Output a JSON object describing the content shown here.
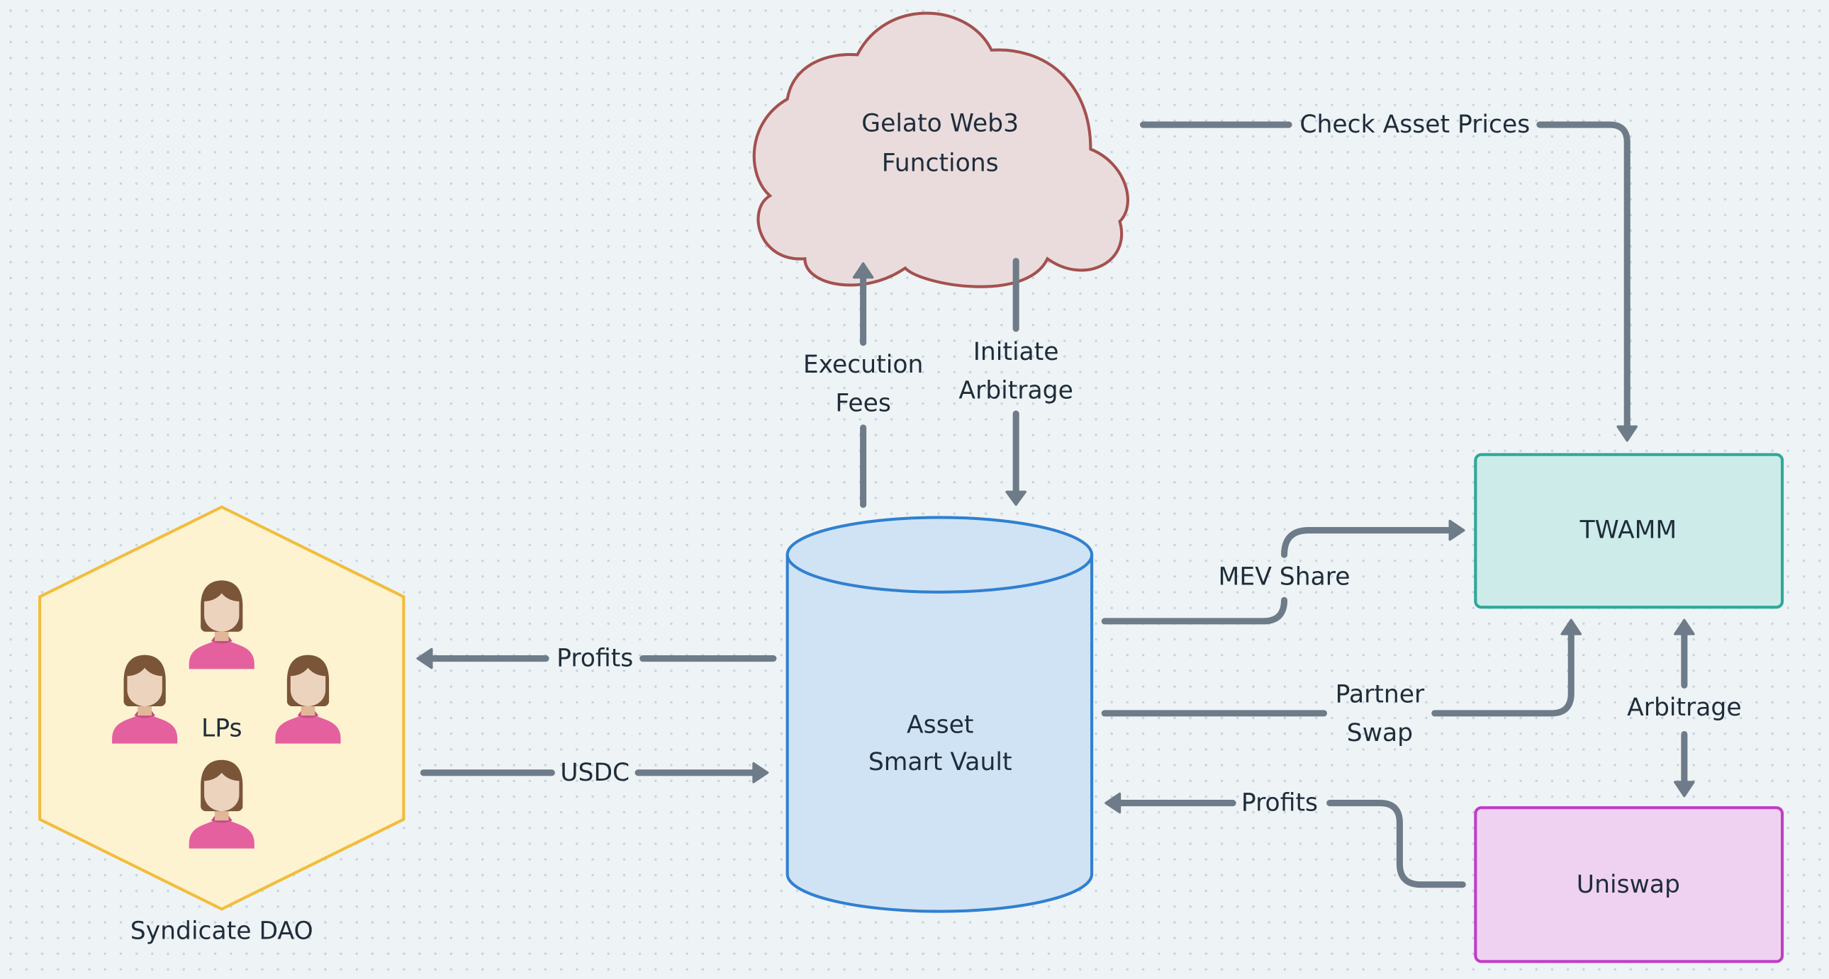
{
  "diagram": {
    "nodes": {
      "gelato": {
        "lines": [
          "Gelato Web3",
          "Functions"
        ],
        "shape": "cloud",
        "fill": "#eadcdd",
        "stroke": "#a3514f"
      },
      "twamm": {
        "label": "TWAMM",
        "shape": "rounded-rect",
        "fill": "#cdece9",
        "stroke": "#2ea897"
      },
      "uniswap": {
        "label": "Uniswap",
        "shape": "rounded-rect",
        "fill": "#efd2f1",
        "stroke": "#c03dc6"
      },
      "vault": {
        "lines": [
          "Asset",
          "Smart Vault"
        ],
        "shape": "cylinder",
        "fill": "#d0e3f4",
        "stroke": "#3080d0"
      },
      "lps": {
        "label": "LPs",
        "shape": "hexagon",
        "fill": "#fdf3d0",
        "stroke": "#f2bd3c",
        "caption": "Syndicate DAO",
        "member_count": 4
      }
    },
    "edges": {
      "check_prices": {
        "lines": [
          "Check Asset Prices"
        ],
        "from": "Gelato Web3 Functions",
        "to": "TWAMM"
      },
      "execution_fees": {
        "lines": [
          "Execution",
          "Fees"
        ],
        "from": "Asset Smart Vault",
        "to": "Gelato Web3 Functions"
      },
      "initiate_arbitrage": {
        "lines": [
          "Initiate",
          "Arbitrage"
        ],
        "from": "Gelato Web3 Functions",
        "to": "Asset Smart Vault"
      },
      "mev_share": {
        "lines": [
          "MEV Share"
        ],
        "from": "Asset Smart Vault",
        "to": "TWAMM"
      },
      "partner_swap": {
        "lines": [
          "Partner",
          "Swap"
        ],
        "from": "Asset Smart Vault",
        "to": "TWAMM"
      },
      "arbitrage": {
        "lines": [
          "Arbitrage"
        ],
        "from": "TWAMM",
        "to": "Uniswap",
        "bidirectional": true
      },
      "profits_uniswap": {
        "lines": [
          "Profits"
        ],
        "from": "Uniswap",
        "to": "Asset Smart Vault"
      },
      "profits_lps": {
        "lines": [
          "Profits"
        ],
        "from": "Asset Smart Vault",
        "to": "LPs"
      },
      "usdc": {
        "lines": [
          "USDC"
        ],
        "from": "LPs",
        "to": "Asset Smart Vault"
      }
    },
    "colors": {
      "edge": "#6e7b88",
      "text": "#1f2d3a",
      "background": "#eef3f6",
      "person_hair": "#7a5538",
      "person_face": "#ecd3bd",
      "person_neck": "#e0b797",
      "person_shirt": "#e5609e",
      "person_collar": "#c44a88"
    }
  }
}
